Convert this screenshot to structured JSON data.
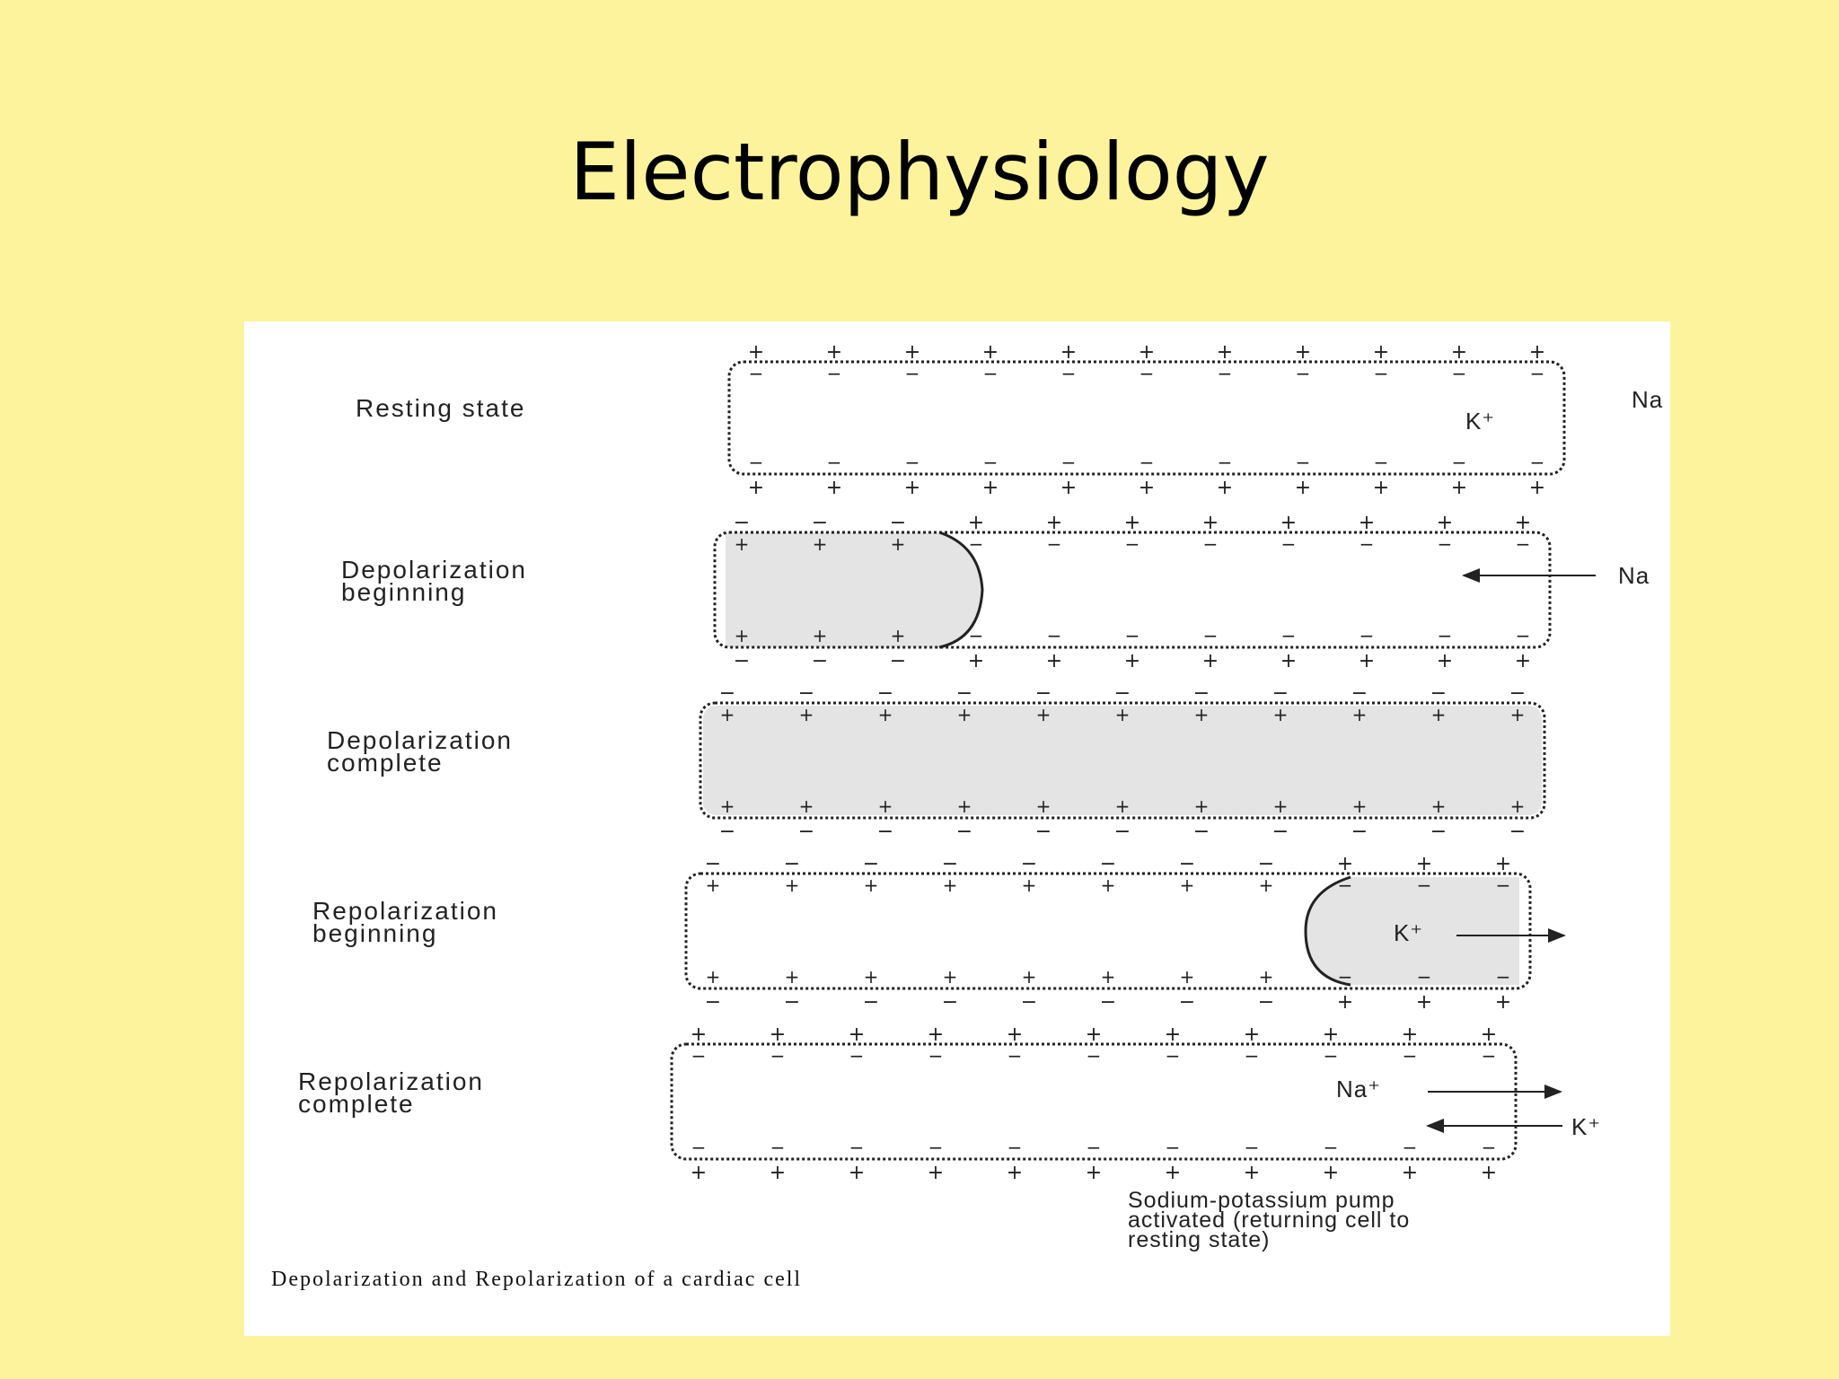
{
  "slide": {
    "title": "Electrophysiology"
  },
  "diagram": {
    "caption": "Depolarization and Repolarization of a cardiac cell",
    "pump_note": "Sodium-potassium pump\nactivated (returning cell to\nresting state)",
    "stages": [
      {
        "label": "Resting state",
        "ions": [
          "K⁺",
          "Na"
        ]
      },
      {
        "label": "Depolarization\nbeginning",
        "ions": [
          "Na"
        ]
      },
      {
        "label": "Depolarization\ncomplete",
        "ions": []
      },
      {
        "label": "Repolarization\nbeginning",
        "ions": [
          "K⁺"
        ]
      },
      {
        "label": "Repolarization\ncomplete",
        "ions": [
          "Na⁺",
          "K⁺"
        ]
      }
    ],
    "colors": {
      "background": "#fcf39c",
      "figure": "#ffffff",
      "line": "#222222",
      "depolarized_fill": "#e4e4e4"
    }
  }
}
